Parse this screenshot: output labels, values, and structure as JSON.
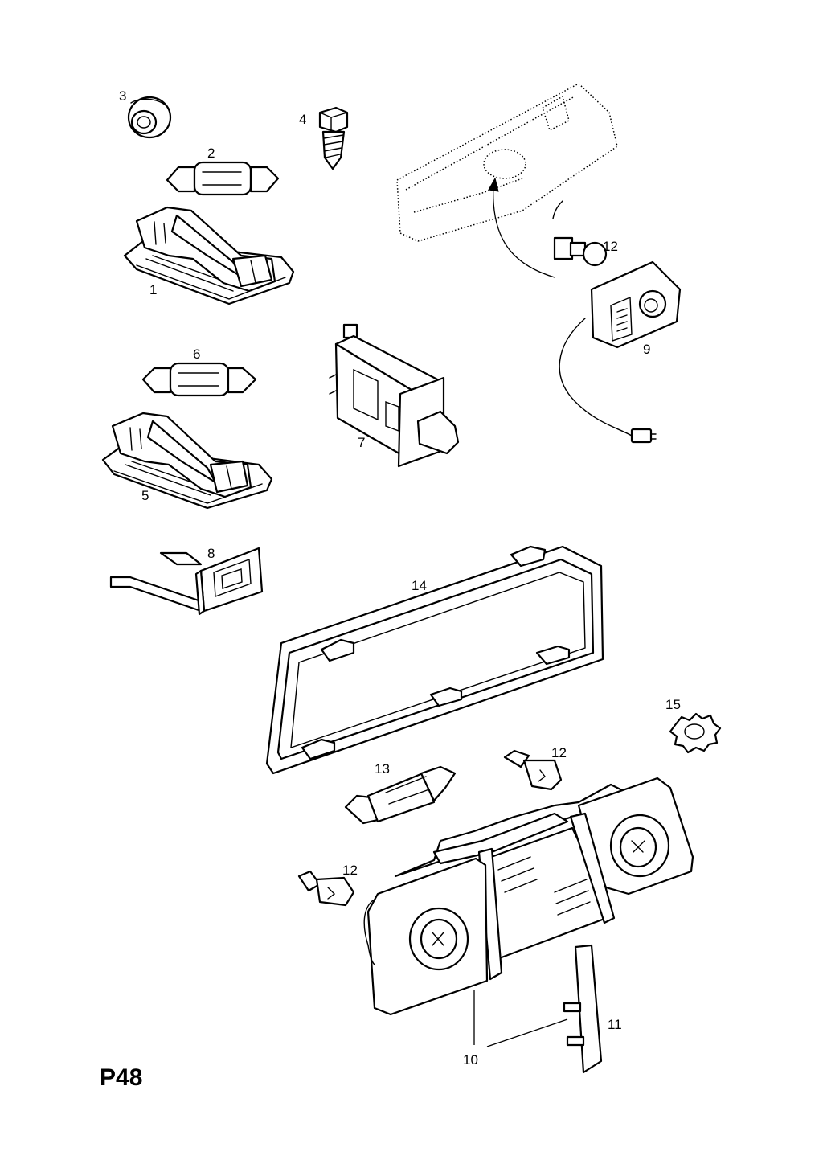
{
  "page_code": "P48",
  "callouts": {
    "c1": "1",
    "c2": "2",
    "c3": "3",
    "c4": "4",
    "c5": "5",
    "c6": "6",
    "c7": "7",
    "c8": "8",
    "c9": "9",
    "c10": "10",
    "c11": "11",
    "c12a": "12",
    "c12b": "12",
    "c12c": "12",
    "c13": "13",
    "c14": "14",
    "c15": "15"
  }
}
